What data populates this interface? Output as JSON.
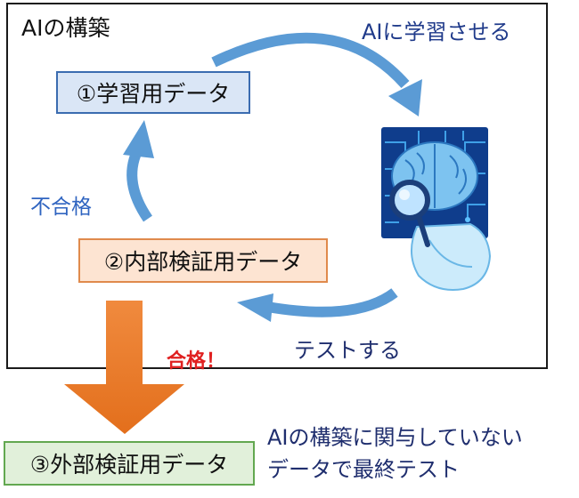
{
  "frame": {
    "title": "AIの構築"
  },
  "boxes": {
    "training": "①学習用データ",
    "internal": "②内部検証用データ",
    "external": "③外部検証用データ"
  },
  "labels": {
    "train": "AIに学習させる",
    "test": "テストする",
    "fail": "不合格",
    "pass": "合格！"
  },
  "note": {
    "line1": "AIの構築に関与していない",
    "line2": "データで最終テスト"
  },
  "icons": {
    "ai_brain": "ai-brain-with-magnifier-figure"
  },
  "colors": {
    "cycle_arrow": "#5b9bd5",
    "pass_arrow": "#ed7d31",
    "fail_text": "#2f64c0",
    "pass_text": "#e02020"
  }
}
